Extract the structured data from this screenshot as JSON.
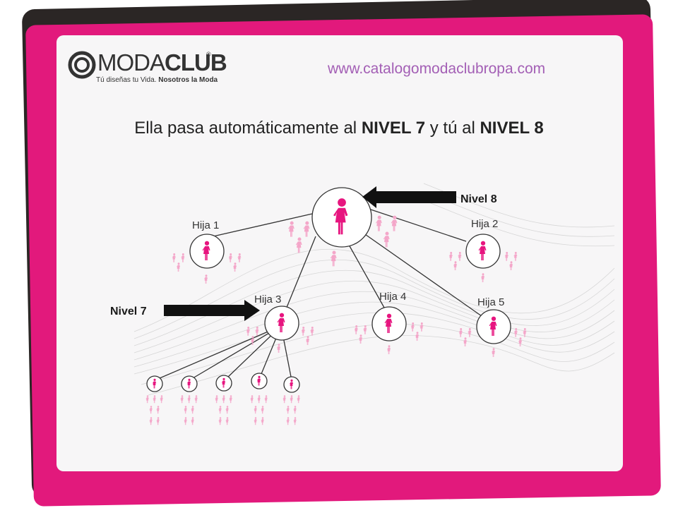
{
  "brand": {
    "name_light": "MODA",
    "name_bold": "CLUB",
    "registered": "®",
    "tagline_light": "Tú diseñas tu Vida.",
    "tagline_bold": "Nosotros la Moda"
  },
  "website_url": "www.catalogomodaclubropa.com",
  "headline": {
    "pre": "Ella pasa automáticamente al",
    "level_a": "NIVEL 7",
    "mid": "y tú al",
    "level_b": "NIVEL 8"
  },
  "level_labels": {
    "nivel_8": "Nivel 8",
    "nivel_7": "Nivel 7"
  },
  "nodes": {
    "hija_1": "Hija 1",
    "hija_2": "Hija 2",
    "hija_3": "Hija 3",
    "hija_4": "Hija 4",
    "hija_5": "Hija 5"
  },
  "colors": {
    "magenta": "#e2197c",
    "dark_frame": "#2b2625",
    "figure_main": "#e7157f",
    "figure_light": "#f4a6c9",
    "url_purple": "#a35fb5"
  },
  "icons": {
    "person": "woman-figure-icon",
    "arrow": "arrow-left-icon / arrow-right-icon"
  }
}
